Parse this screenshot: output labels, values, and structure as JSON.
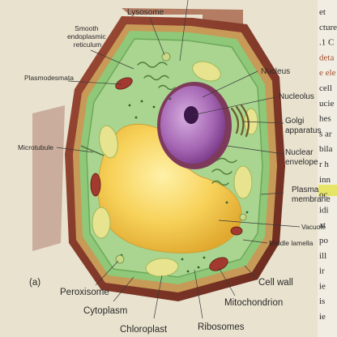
{
  "figure": {
    "panel_label": "(a)",
    "labels": {
      "lysosome": "Lysosome",
      "smooth_er": "Smooth\nendoplasmic\nreticulum",
      "plasmodesmata": "Plasmodesmata",
      "microtubule": "Microtubule",
      "nucleus": "Nucleus",
      "nucleolus": "Nucleolus",
      "golgi": "Golgi\napparatus",
      "nuclear_envelope": "Nuclear\nenvelope",
      "plasma_membrane": "Plasma\nmembrane",
      "vacuole": "Vacuole",
      "middle_lamella": "Middle lamella",
      "cell_wall": "Cell wall",
      "mitochondrion": "Mitochondrion",
      "ribosomes": "Ribosomes",
      "chloroplast": "Chloroplast",
      "cytoplasm": "Cytoplasm",
      "peroxisome": "Peroxisome"
    }
  },
  "page_edge": {
    "lines": [
      {
        "text": "et"
      },
      {
        "text": "cture"
      },
      {
        "text": ".1 C"
      },
      {
        "text": "deta"
      },
      {
        "text": "e ele"
      },
      {
        "text": "cell"
      },
      {
        "text": "ucie"
      },
      {
        "text": "hes"
      },
      {
        "text": "s ar"
      },
      {
        "text": "bila"
      },
      {
        "text": "r h"
      },
      {
        "text": "inn"
      },
      {
        "text": "oc"
      },
      {
        "text": "idi"
      },
      {
        "text": "at"
      },
      {
        "text": "po"
      },
      {
        "text": "ill"
      },
      {
        "text": "ir"
      },
      {
        "text": "ie"
      },
      {
        "text": "is"
      },
      {
        "text": "ie"
      }
    ]
  },
  "colors": {
    "cell_wall": "#8a3b2b",
    "cytoplasm": "#a7d18f",
    "vacuole": "#f2c24a",
    "nucleus": "#9a5aa6",
    "chloroplast": "#e3e08a",
    "mitochondrion": "#a0342c",
    "highlight": "#f0e25a"
  }
}
